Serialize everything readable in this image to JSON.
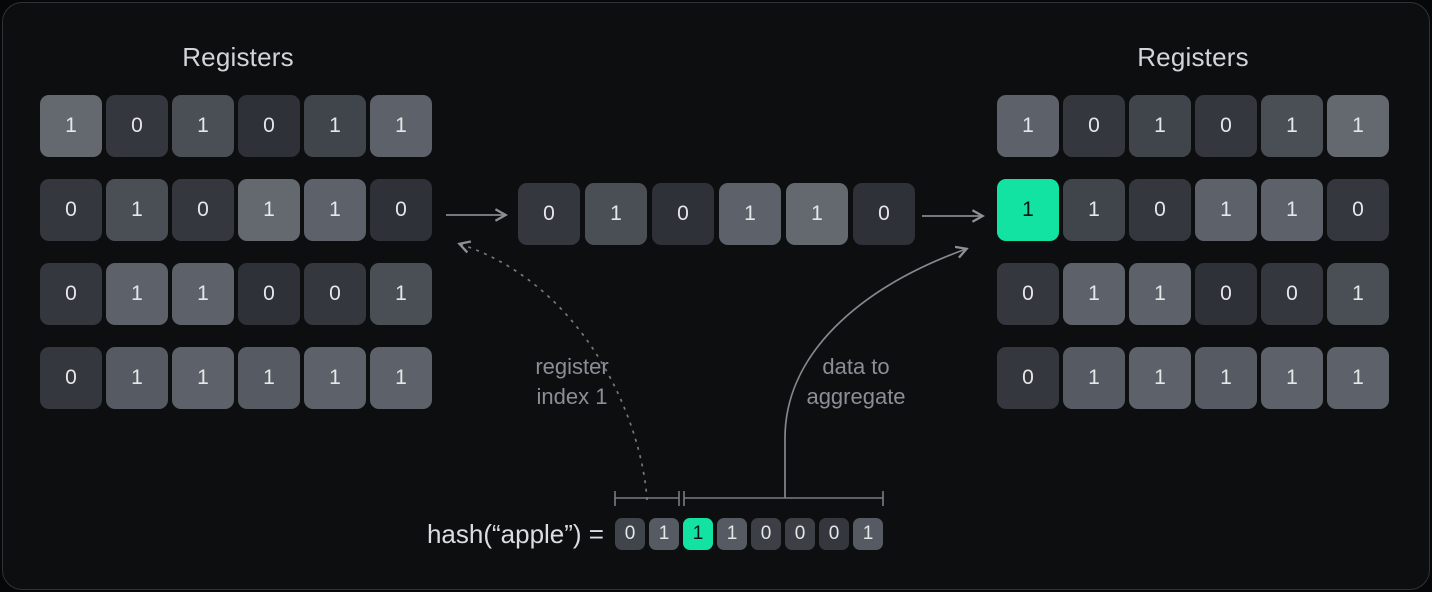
{
  "left": {
    "title": "Registers",
    "rows": [
      [
        {
          "v": "1",
          "s": "l3"
        },
        {
          "v": "0",
          "s": "d2"
        },
        {
          "v": "1",
          "s": "m2"
        },
        {
          "v": "0",
          "s": "d1"
        },
        {
          "v": "1",
          "s": "m1"
        },
        {
          "v": "1",
          "s": "l2"
        }
      ],
      [
        {
          "v": "0",
          "s": "d2"
        },
        {
          "v": "1",
          "s": "m2"
        },
        {
          "v": "0",
          "s": "d2"
        },
        {
          "v": "1",
          "s": "l3"
        },
        {
          "v": "1",
          "s": "l2"
        },
        {
          "v": "0",
          "s": "d1"
        }
      ],
      [
        {
          "v": "0",
          "s": "d2"
        },
        {
          "v": "1",
          "s": "l2"
        },
        {
          "v": "1",
          "s": "l2"
        },
        {
          "v": "0",
          "s": "d1"
        },
        {
          "v": "0",
          "s": "d2"
        },
        {
          "v": "1",
          "s": "m2"
        }
      ],
      [
        {
          "v": "0",
          "s": "d2"
        },
        {
          "v": "1",
          "s": "l1"
        },
        {
          "v": "1",
          "s": "l2"
        },
        {
          "v": "1",
          "s": "l1"
        },
        {
          "v": "1",
          "s": "l2"
        },
        {
          "v": "1",
          "s": "l2"
        }
      ]
    ]
  },
  "middle": {
    "cells": [
      {
        "v": "0",
        "s": "d2"
      },
      {
        "v": "1",
        "s": "m2"
      },
      {
        "v": "0",
        "s": "d1"
      },
      {
        "v": "1",
        "s": "l2"
      },
      {
        "v": "1",
        "s": "l3"
      },
      {
        "v": "0",
        "s": "d1"
      }
    ]
  },
  "right": {
    "title": "Registers",
    "rows": [
      [
        {
          "v": "1",
          "s": "l2"
        },
        {
          "v": "0",
          "s": "d2"
        },
        {
          "v": "1",
          "s": "m1"
        },
        {
          "v": "0",
          "s": "d2"
        },
        {
          "v": "1",
          "s": "m2"
        },
        {
          "v": "1",
          "s": "l3"
        }
      ],
      [
        {
          "v": "1",
          "s": "g"
        },
        {
          "v": "1",
          "s": "m1"
        },
        {
          "v": "0",
          "s": "d2"
        },
        {
          "v": "1",
          "s": "l2"
        },
        {
          "v": "1",
          "s": "l2"
        },
        {
          "v": "0",
          "s": "d2"
        }
      ],
      [
        {
          "v": "0",
          "s": "d2"
        },
        {
          "v": "1",
          "s": "l2"
        },
        {
          "v": "1",
          "s": "l2"
        },
        {
          "v": "0",
          "s": "d1"
        },
        {
          "v": "0",
          "s": "d2"
        },
        {
          "v": "1",
          "s": "m2"
        }
      ],
      [
        {
          "v": "0",
          "s": "d2"
        },
        {
          "v": "1",
          "s": "l1"
        },
        {
          "v": "1",
          "s": "l2"
        },
        {
          "v": "1",
          "s": "l1"
        },
        {
          "v": "1",
          "s": "l2"
        },
        {
          "v": "1",
          "s": "l2"
        }
      ]
    ]
  },
  "hash": {
    "label": "hash(“apple”) =",
    "cells": [
      {
        "v": "0",
        "s": "m1"
      },
      {
        "v": "1",
        "s": "l1"
      },
      {
        "v": "1",
        "s": "g"
      },
      {
        "v": "1",
        "s": "l1"
      },
      {
        "v": "0",
        "s": "m0"
      },
      {
        "v": "0",
        "s": "m0"
      },
      {
        "v": "0",
        "s": "d2"
      },
      {
        "v": "1",
        "s": "l1"
      }
    ]
  },
  "annotations": {
    "register_index": "register\nindex 1",
    "data_to_aggregate": "data to\naggregate"
  },
  "colors": {
    "accent_green": "#13e3a2",
    "card_background": "#0d0e10",
    "arrow_gray": "#8d9095"
  }
}
